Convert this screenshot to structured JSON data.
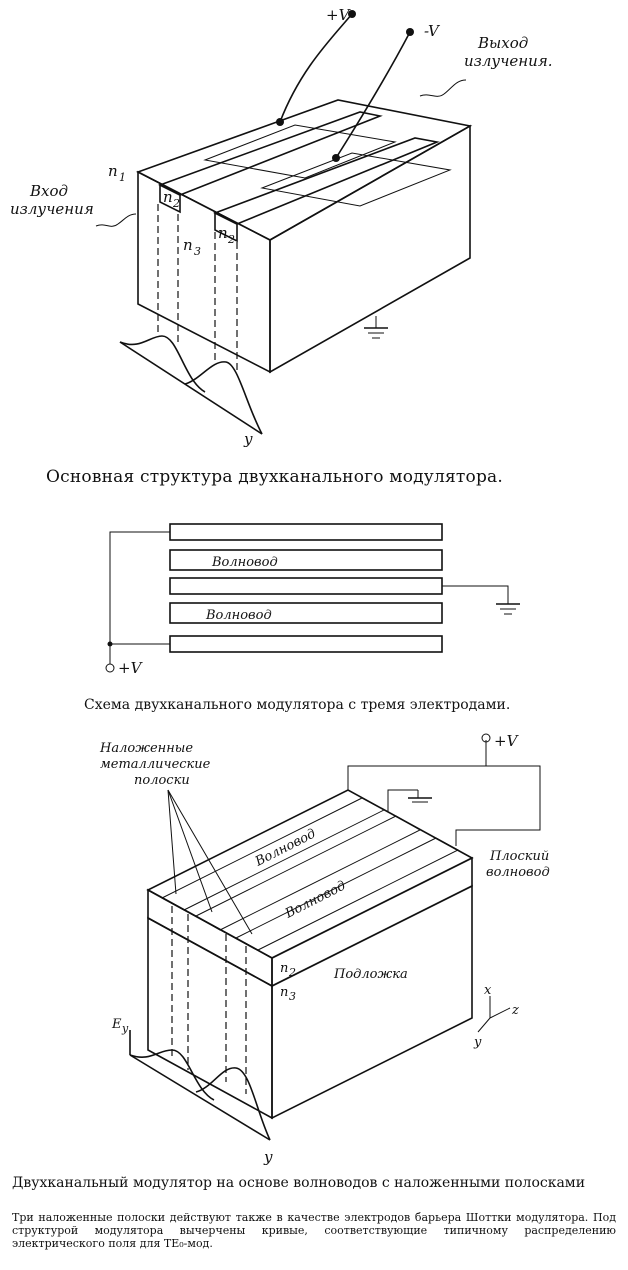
{
  "figure1": {
    "label_plus_v": "+V",
    "label_minus_v": "-V",
    "output_label": [
      "Выход",
      "излучения."
    ],
    "input_label": [
      "Вход",
      "излучения"
    ],
    "n1": "n",
    "n1_sub": "1",
    "n2": "n",
    "n2_sub": "2",
    "n3": "n",
    "n3_sub": "3",
    "y_axis": "y",
    "caption": "Основная структура двухканального модулятора."
  },
  "figure2": {
    "waveguide_1": "Волновод",
    "waveguide_2": "Волновод",
    "plus_v": "+V",
    "caption": "Схема двухканального модулятора с тремя электродами."
  },
  "figure3": {
    "strips_label": [
      "Наложенные",
      "металлические",
      "полоски"
    ],
    "plus_v": "+V",
    "planar_label": [
      "Плоский",
      "волновод"
    ],
    "waveguide_1": "Волновод",
    "waveguide_2": "Волновод",
    "substrate": "Подложка",
    "n2": "n",
    "n2_sub": "2",
    "n3": "n",
    "n3_sub": "3",
    "axis_x": "x",
    "axis_z": "z",
    "axis_y": "y",
    "field_label": "E",
    "field_sub": "y",
    "y_axis": "y",
    "caption_title": "Двухканальный модулятор на основе волноводов с наложенными полосками",
    "caption_body": "Три наложенные полоски действуют также в качестве электродов барьера Шоттки модулятора. Под структурой модулятора вычерчены кривые, соответствующие типичному распределению электрического поля для TE₀-мод."
  }
}
